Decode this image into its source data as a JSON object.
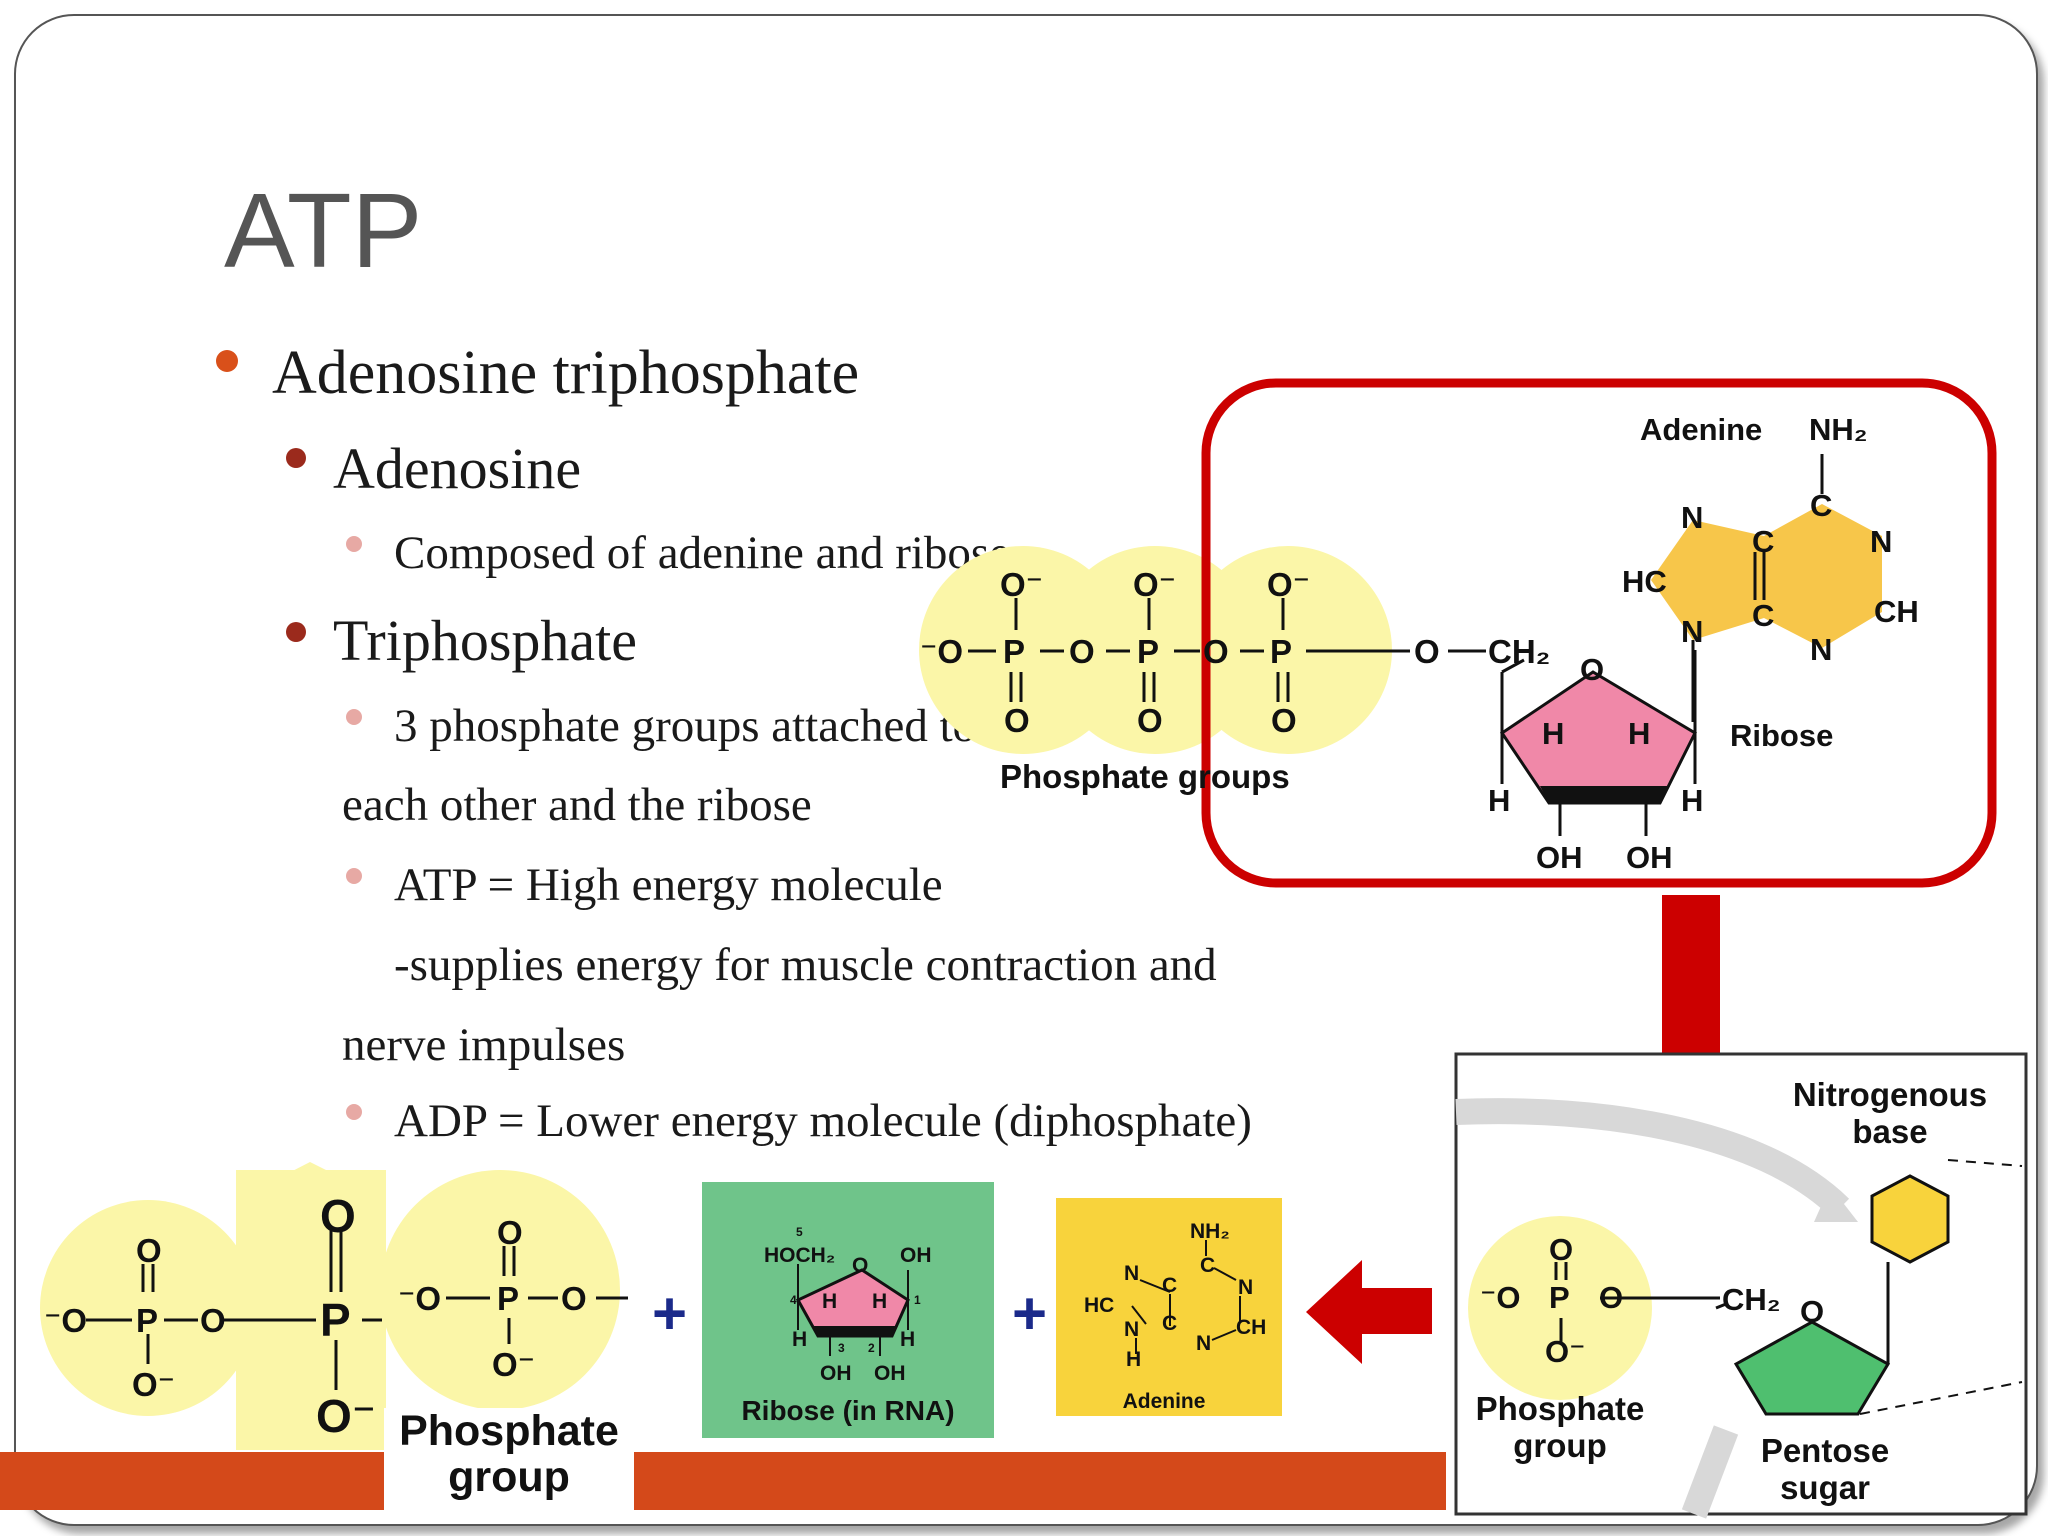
{
  "slide": {
    "title": "ATP",
    "bullets": {
      "b1": "Adenosine triphosphate",
      "b2": "Adenosine",
      "b3": "Composed of adenine and ribose",
      "b4": "Triphosphate",
      "b5a": "3 phosphate groups attached to",
      "b5b": "each other and the ribose",
      "b6": "ATP = High energy molecule",
      "b6b": "-supplies energy for muscle contraction and",
      "b6c": "nerve impulses",
      "b7": "ADP = Lower energy molecule (diphosphate)"
    }
  },
  "atp_diagram": {
    "adenine_label": "Adenine",
    "ribose_label": "Ribose",
    "phosphate_label": "Phosphate groups",
    "atoms": {
      "nh2": "NH₂",
      "c": "C",
      "n": "N",
      "hc": "HC",
      "ch": "CH",
      "o": "O",
      "o_minus": "O⁻",
      "minus_o": "⁻O",
      "p": "P",
      "ch2": "CH₂",
      "h": "H",
      "oh": "OH"
    }
  },
  "nucleotide_diagram": {
    "nitrogenous_base": "Nitrogenous base",
    "phosphate_group": "Phosphate group",
    "pentose_sugar": "Pentose sugar",
    "ch2": "CH₂",
    "o": "O"
  },
  "components": {
    "phosphate_group": "Phosphate group",
    "plus": "+",
    "ribose_label": "Ribose (in RNA)",
    "hoch2": "HOCH₂",
    "adenine_label": "Adenine",
    "nh2": "NH₂",
    "ring_numbers": [
      "5",
      "4",
      "3",
      "2",
      "1"
    ]
  },
  "colors": {
    "accent_bar": "#d4491a",
    "highlight_box": "#cc0000",
    "phosphate_yellow": "#fbf6a8",
    "adenine_orange": "#f7c64a",
    "ribose_pink": "#f088a8",
    "ribose_box_green": "#6fc48a",
    "sugar_green": "#4fbf6f",
    "base_yellow": "#f8d33c"
  }
}
